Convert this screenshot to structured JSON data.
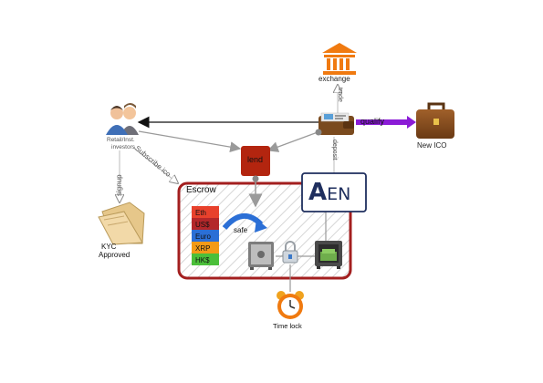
{
  "nodes": {
    "exchange": {
      "label": "exchange"
    },
    "investors": {
      "label_line1": "Retail/Inst.",
      "label_line2": "investors"
    },
    "wallet": {
      "qualify_label": "qualify"
    },
    "new_ico": {
      "label": "New ICO"
    },
    "lend": {
      "label": "lend"
    },
    "kyc": {
      "label_line1": "KYC",
      "label_line2": "Approved"
    },
    "escrow": {
      "title": "Escrow",
      "safe_label": "safe"
    },
    "aen_logo": {
      "label_a": "A",
      "label_en": "EN"
    },
    "time_lock": {
      "label": "Time lock"
    }
  },
  "edges": {
    "trade": "trade",
    "deposit": "deposit",
    "signup": "signup",
    "subscribe": "Subscribe ico"
  },
  "currencies": [
    {
      "label": "Eth",
      "color": "#e8412c"
    },
    {
      "label": "US$",
      "color": "#b3272a"
    },
    {
      "label": "Euro",
      "color": "#2b6fd6"
    },
    {
      "label": "XRP",
      "color": "#f39a17"
    },
    {
      "label": "HK$",
      "color": "#4bbf3a"
    }
  ],
  "colors": {
    "escrow_border": "#a31f1f",
    "lend_fill": "#b3250f",
    "exchange_orange": "#f07a10",
    "qualify_purple": "#8a1bd6",
    "aen_border": "#1f2f5e",
    "arrow_gray": "#9a9a9a"
  }
}
